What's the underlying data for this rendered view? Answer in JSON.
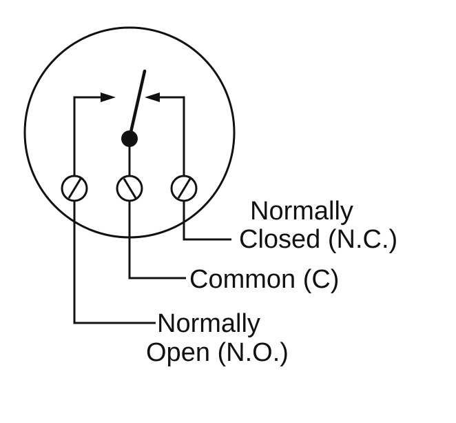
{
  "labels": {
    "nc_line1": "Normally",
    "nc_line2": "Closed (N.C.)",
    "common": "Common (C)",
    "no_line1": "Normally",
    "no_line2": "Open (N.O.)"
  },
  "colors": {
    "ink": "#111111",
    "background": "#ffffff"
  }
}
